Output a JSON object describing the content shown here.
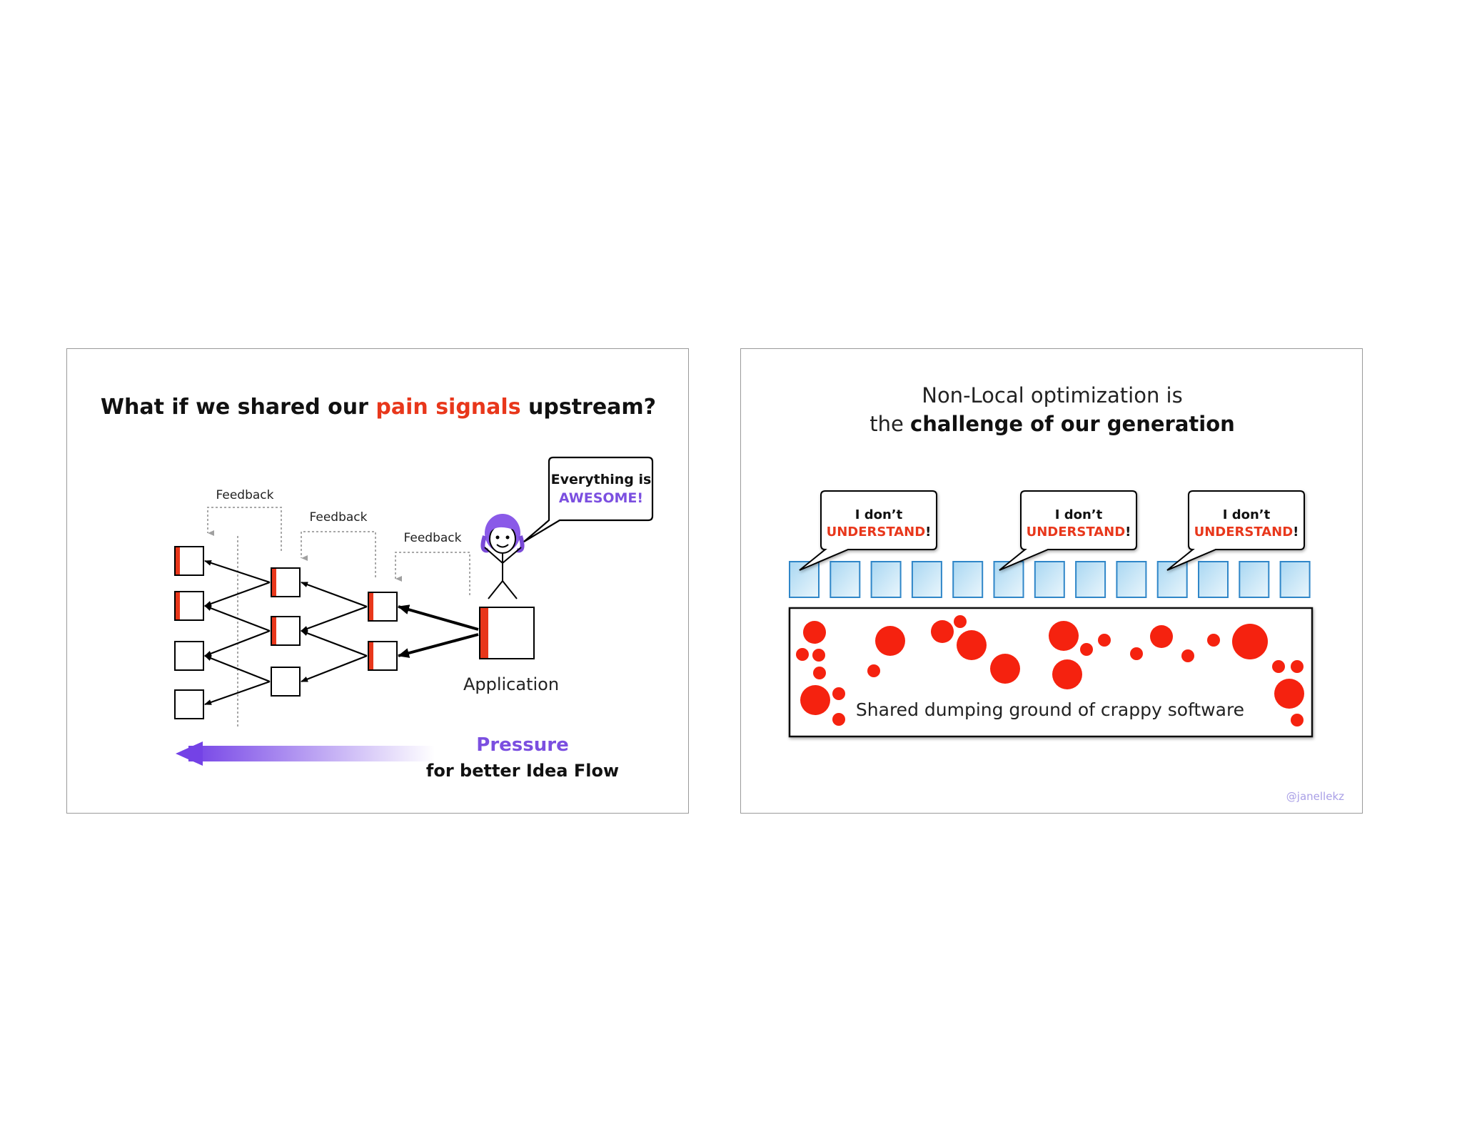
{
  "colors": {
    "accent_red": "#e8371b",
    "accent_purple": "#7b4fe0",
    "watermark": "#a99fe6",
    "box_blue_fill": "#cfe8f6",
    "box_blue_stroke": "#2f86c8"
  },
  "left_slide": {
    "title_part1": "What if we shared our ",
    "title_highlight": "pain signals",
    "title_part2": " upstream?",
    "feedback_labels": [
      "Feedback",
      "Feedback",
      "Feedback"
    ],
    "application_label": "Application",
    "speech": {
      "line1": "Everything is",
      "line2": "AWESOME!"
    },
    "pressure_label": "Pressure",
    "pressure_sub": "for better Idea Flow"
  },
  "right_slide": {
    "title_line1": "Non-Local optimization is",
    "title_line2_prefix": "the ",
    "title_line2_bold": "challenge of our generation",
    "bubbles": [
      {
        "line1": "I don’t",
        "line2": "UNDERSTAND",
        "excl": "!"
      },
      {
        "line1": "I don’t",
        "line2": "UNDERSTAND",
        "excl": "!"
      },
      {
        "line1": "I don’t",
        "line2": "UNDERSTAND",
        "excl": "!"
      }
    ],
    "dumping_label": "Shared dumping ground of crappy software",
    "watermark": "@janellekz"
  }
}
